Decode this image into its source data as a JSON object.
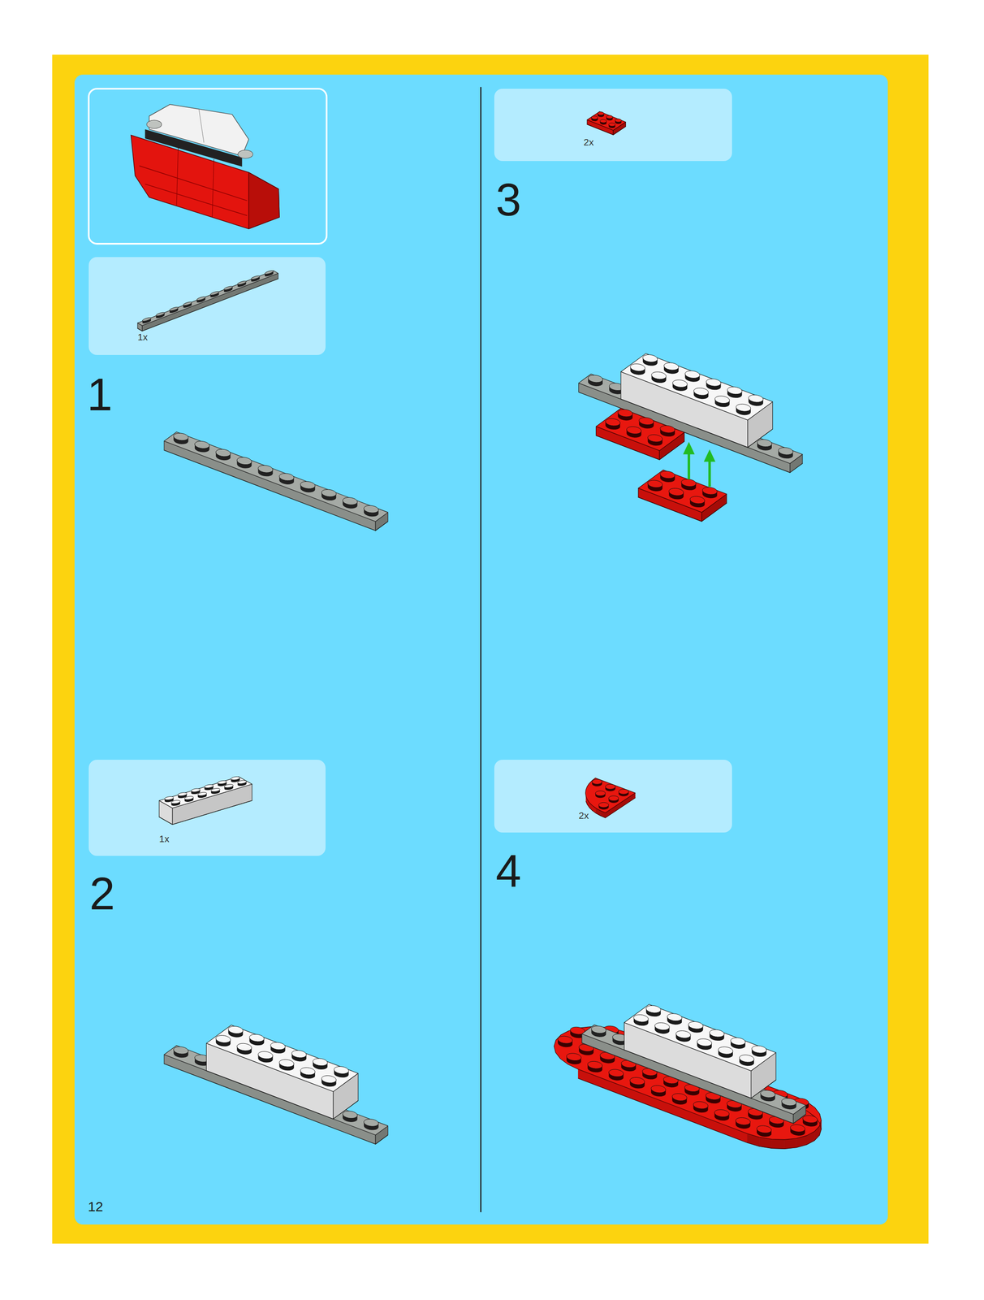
{
  "diagram": {
    "nodes": [
      {
        "text": [
          "1x"
        ]
      },
      {
        "text": [
          "1x"
        ]
      },
      {
        "text": [
          "2x"
        ]
      },
      {
        "text": [
          "2x"
        ]
      }
    ],
    "labels": [
      "1",
      "2",
      "3",
      "4",
      "12"
    ]
  }
}
